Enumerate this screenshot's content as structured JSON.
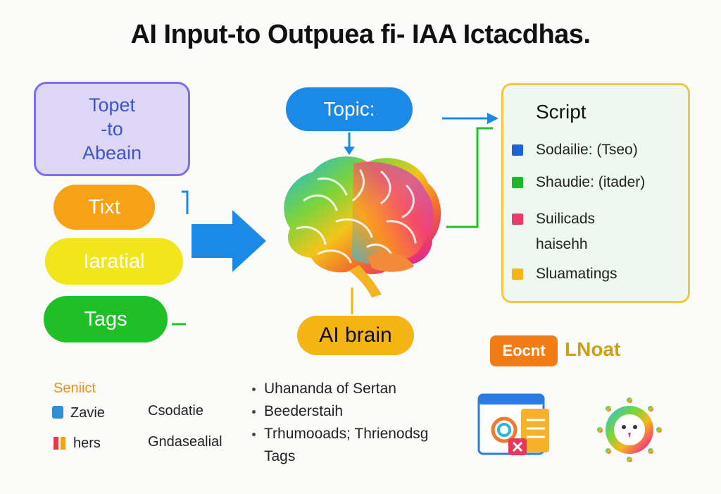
{
  "title": "AI Input-to Outpuea fi- IAA Ictacdhas.",
  "input_box": {
    "line1": "Topet",
    "line2": "-to",
    "line3": "Abeain"
  },
  "pills": {
    "orange": "Tixt",
    "yellow": "Iaratial",
    "green": "Tags"
  },
  "topic_label": "Topic:",
  "brain_label": "AI brain",
  "script_panel": {
    "heading": "Script",
    "items": [
      {
        "label": "Sodailie: (Tseo)",
        "color": "#1f63d8"
      },
      {
        "label": "Shaudie: (itader)",
        "color": "#1fb52d"
      },
      {
        "label": "Suilicads",
        "color": "#ec3a6a"
      },
      {
        "label": "haisehh",
        "color": null
      },
      {
        "label": "Sluamatings",
        "color": "#f4b617"
      }
    ]
  },
  "legend": {
    "title": "Seniict",
    "rows": [
      {
        "icon_color": "#2f8fd6",
        "label": "Zavie",
        "right": "Csodatie"
      },
      {
        "icon_color": "#e23c4b",
        "label": "hers",
        "right": "Gndasealial"
      }
    ]
  },
  "bullets": [
    "Uhananda of Sertan",
    "Beederstaih",
    "Trhumooads; Thrienodsg",
    "Tags"
  ],
  "brand": {
    "badge": "Eocnt",
    "name": "LNoat"
  },
  "colors": {
    "blue": "#1b8ae6",
    "orange": "#f6a214",
    "yellow": "#f1e61b",
    "green": "#1fc027",
    "purple_border": "#7b6ee8",
    "panel_border": "#f0c93a"
  }
}
